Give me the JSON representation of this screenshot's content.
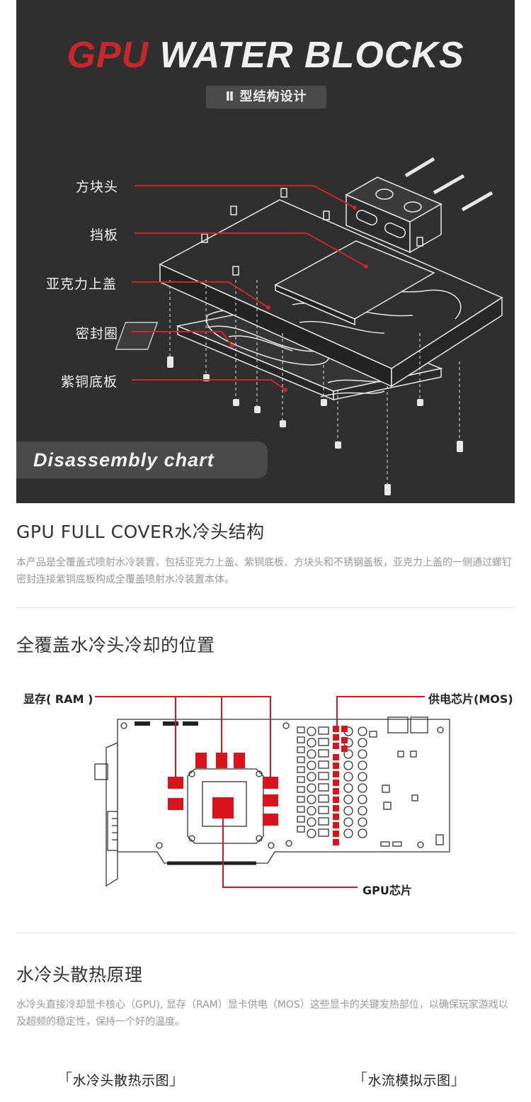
{
  "hero": {
    "title_gpu": "GPU",
    "title_rest": "WATER BLOCKS",
    "subtitle": "Ⅱ 型结构设计",
    "parts": [
      "方块头",
      "挡板",
      "亚克力上盖",
      "密封圈",
      "紫铜底板"
    ],
    "badge": "Disassembly chart"
  },
  "section1": {
    "title": "GPU FULL COVER水冷头结构",
    "body": "本产品是全覆盖式喷射水冷装置，包括亚克力上盖、紫铜底板、方块头和不锈钢盖板，亚克力上盖的一侧通过螺钉密封连接紫铜底板构成全覆盖喷射水冷装置本体。"
  },
  "section2": {
    "title": "全覆盖水冷头冷却的位置",
    "label_ram": "显存( RAM )",
    "label_mos": "供电芯片(MOS)",
    "label_gpu": "GPU芯片"
  },
  "section3": {
    "title": "水冷头散热原理",
    "body": "水冷头直接冷却显卡核心（GPU), 显存（RAM）显卡供电（MOS）这些显卡的关键发热部位，以确保玩家游戏以及超频的稳定性，保持一个好的温度。"
  },
  "captions": {
    "left": "水冷头散热示图",
    "right": "水流模拟示图"
  },
  "colors": {
    "accent_red": "#c8262b",
    "hero_bg": "#2f2f2f",
    "chip_red": "#d9141c"
  }
}
